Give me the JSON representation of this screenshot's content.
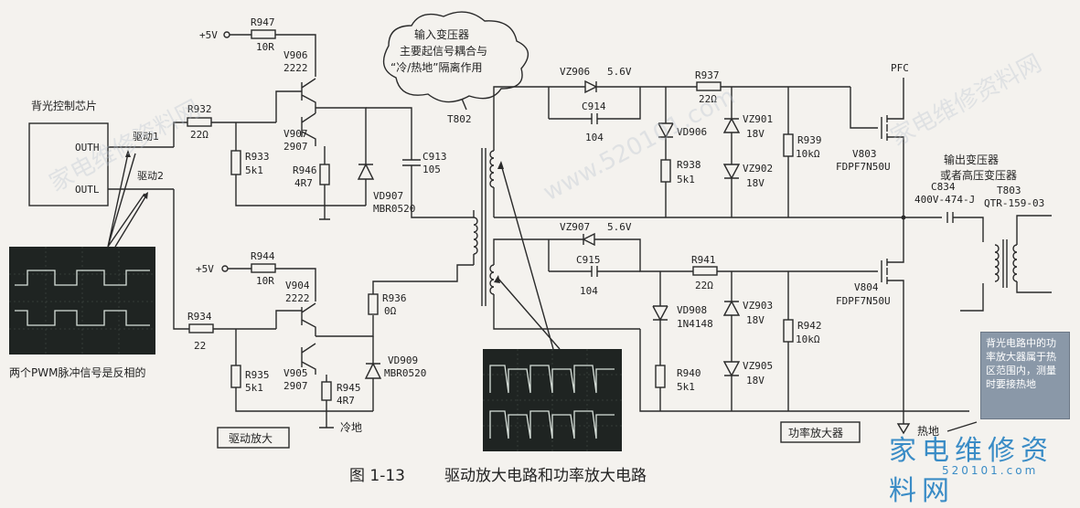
{
  "caption": {
    "number": "图 1-13",
    "title": "驱动放大电路和功率放大电路"
  },
  "labels": {
    "ctrl_chip": "背光控制芯片",
    "outh": "OUTH",
    "outl": "OUTL",
    "drive1": "驱动1",
    "drive2": "驱动2",
    "pwm_note": "两个PWM脉冲信号是反相的",
    "drive_amp": "驱动放大",
    "power_amp": "功率放大器",
    "cold_ground": "冷地",
    "hot_ground": "热地",
    "pfc": "PFC",
    "out_transformer": [
      "输出变压器",
      "或者高压变压器"
    ],
    "bubble": [
      "输入变压器",
      "主要起信号耦合与",
      "“冷/热地”隔离作用"
    ],
    "side_note": "背光电路中的功率放大器属于热区范围内，测量时要接热地"
  },
  "supplies": {
    "v_top": "+5V",
    "v_bottom": "+5V"
  },
  "components": {
    "r947": {
      "ref": "R947",
      "val": "10R"
    },
    "r944": {
      "ref": "R944",
      "val": "10R"
    },
    "r932": {
      "ref": "R932",
      "val": "22Ω"
    },
    "r934": {
      "ref": "R934",
      "val": "22"
    },
    "r933": {
      "ref": "R933",
      "val": "5k1"
    },
    "r935": {
      "ref": "R935",
      "val": "5k1"
    },
    "r946": {
      "ref": "R946",
      "val": "4R7"
    },
    "r945": {
      "ref": "R945",
      "val": "4R7"
    },
    "r936": {
      "ref": "R936",
      "val": "0Ω"
    },
    "v906": {
      "ref": "V906",
      "val": "2222"
    },
    "v907": {
      "ref": "V907",
      "val": "2907"
    },
    "v904": {
      "ref": "V904",
      "val": "2222"
    },
    "v905": {
      "ref": "V905",
      "val": "2907"
    },
    "vd907": {
      "ref": "VD907",
      "val": "MBR0520"
    },
    "vd909": {
      "ref": "VD909",
      "val": "MBR0520"
    },
    "c913": {
      "ref": "C913",
      "val": "105"
    },
    "t802": {
      "ref": "T802"
    },
    "vz906": {
      "ref": "VZ906",
      "val": "5.6V"
    },
    "vz907": {
      "ref": "VZ907",
      "val": "5.6V"
    },
    "c914": {
      "ref": "C914",
      "val": "104"
    },
    "c915": {
      "ref": "C915",
      "val": "104"
    },
    "r937": {
      "ref": "R937",
      "val": "22Ω"
    },
    "r941": {
      "ref": "R941",
      "val": "22Ω"
    },
    "vd906": {
      "ref": "VD906"
    },
    "vd908": {
      "ref": "VD908",
      "val": "1N4148"
    },
    "r938": {
      "ref": "R938",
      "val": "5k1"
    },
    "r940": {
      "ref": "R940",
      "val": "5k1"
    },
    "vz901": {
      "ref": "VZ901",
      "val": "18V"
    },
    "vz902": {
      "ref": "VZ902",
      "val": "18V"
    },
    "vz903": {
      "ref": "VZ903",
      "val": "18V"
    },
    "vz905": {
      "ref": "VZ905",
      "val": "18V"
    },
    "r939": {
      "ref": "R939",
      "val": "10kΩ"
    },
    "r942": {
      "ref": "R942",
      "val": "10kΩ"
    },
    "v803": {
      "ref": "V803",
      "val": "FDPF7N50U"
    },
    "v804": {
      "ref": "V804",
      "val": "FDPF7N50U"
    },
    "c834": {
      "ref": "C834",
      "val": "400V-474-J"
    },
    "t803": {
      "ref": "T803",
      "val": "QTR-159-03"
    }
  },
  "watermarks": [
    "家电维修资料网",
    "www.520101.com"
  ],
  "logo": {
    "main": "家电维修资料网",
    "sub": "520101.com"
  }
}
